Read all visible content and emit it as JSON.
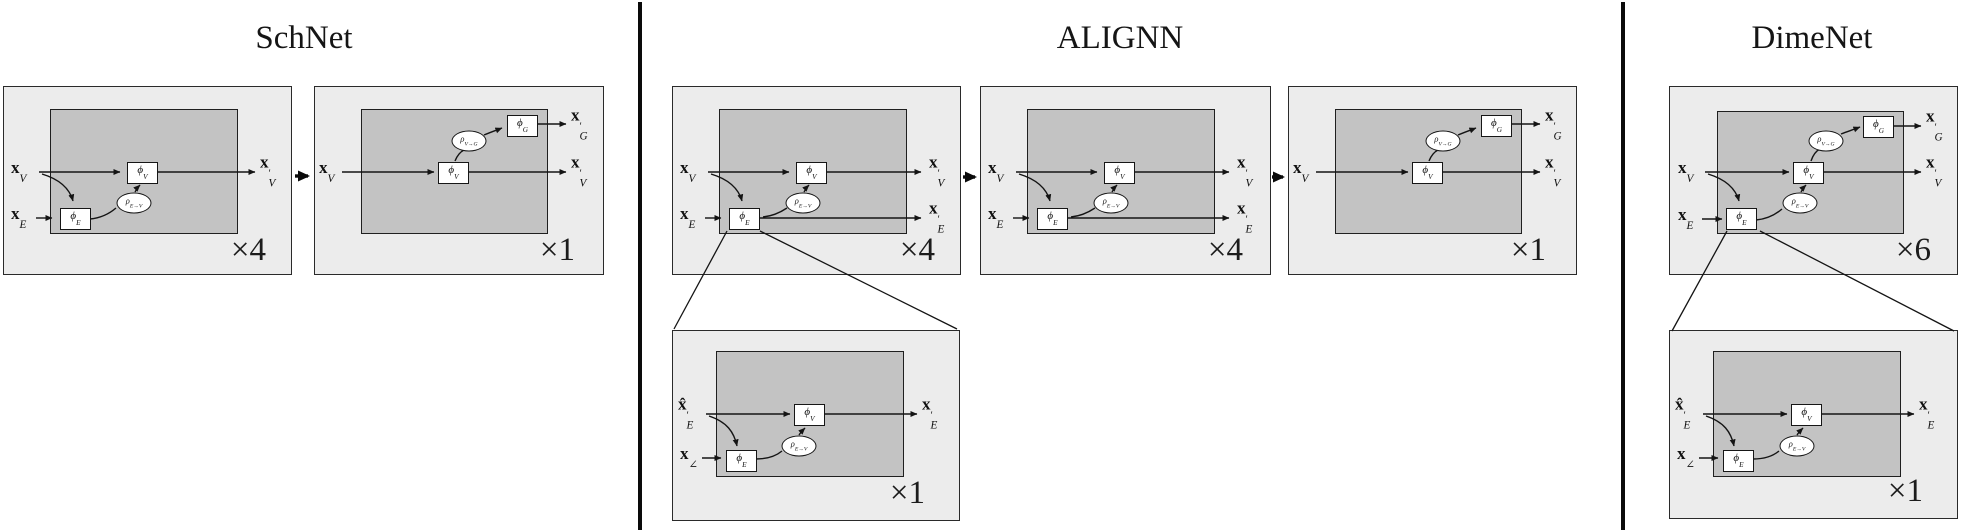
{
  "titles": {
    "schnet": "SchNet",
    "alignn": "ALIGNN",
    "dimenet": "DimeNet"
  },
  "symbols": {
    "node_feat": "x_V",
    "edge_feat": "x_E",
    "angle_feat": "x_∠",
    "edge_feat_hat_in": "x̂′_E",
    "node_feat_out": "x′_V",
    "edge_feat_out": "x′_E",
    "graph_feat_out": "x′_G",
    "node_update_fn": "ϕ_V",
    "edge_update_fn": "ϕ_E",
    "graph_update_fn": "ϕ_G",
    "edge_to_node_agg": "ρ_E→V",
    "node_to_graph_agg": "ρ_V→G"
  },
  "multipliers": {
    "schnet_interaction": "×4",
    "schnet_readout": "×1",
    "alignn_interaction_1": "×4",
    "alignn_interaction_2": "×4",
    "alignn_readout": "×1",
    "alignn_edge_block": "×1",
    "dimenet_interaction": "×6",
    "dimenet_edge_block": "×1"
  }
}
